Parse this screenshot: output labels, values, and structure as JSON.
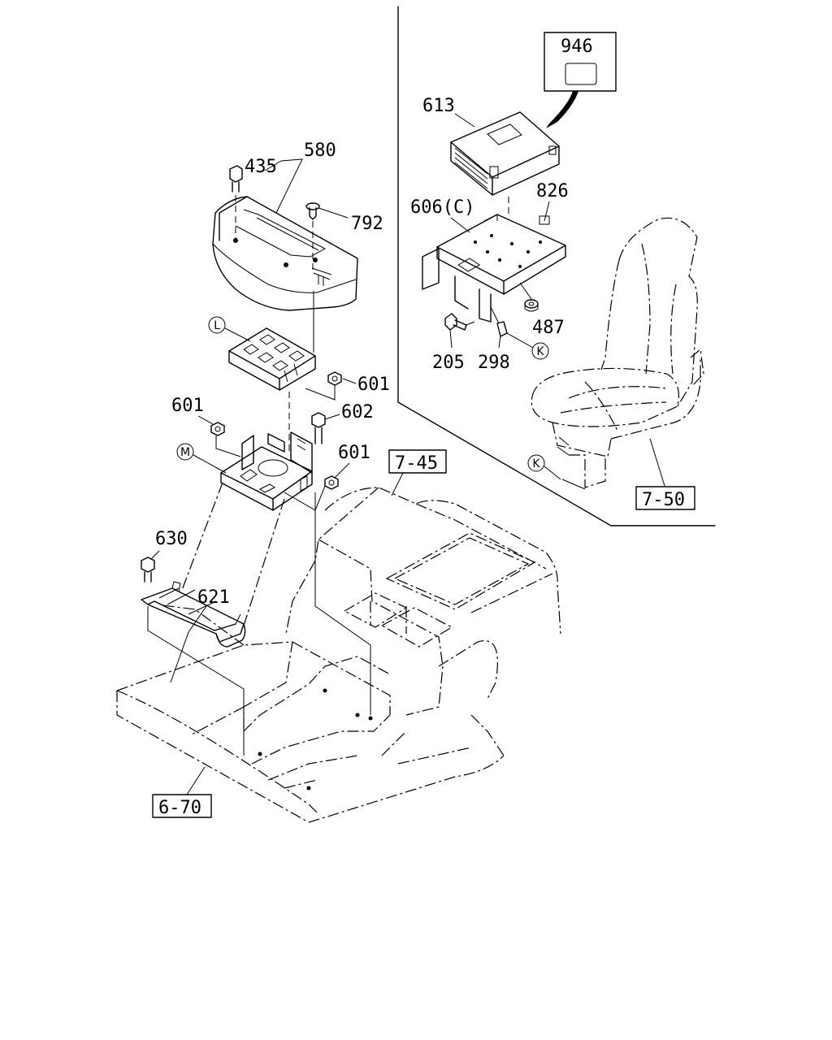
{
  "part_labels": {
    "p946": "946",
    "p613": "613",
    "p826": "826",
    "p606c": "606(C)",
    "p487": "487",
    "p205": "205",
    "p298": "298",
    "p435": "435",
    "p580": "580",
    "p792": "792",
    "p601a": "601",
    "p601b": "601",
    "p601c": "601",
    "p602": "602",
    "p630": "630",
    "p621": "621"
  },
  "reference_boxes": {
    "r745": "7-45",
    "r750": "7-50",
    "r670": "6-70"
  },
  "circle_markers": {
    "l": "L",
    "m": "M",
    "k1": "K",
    "k2": "K"
  }
}
